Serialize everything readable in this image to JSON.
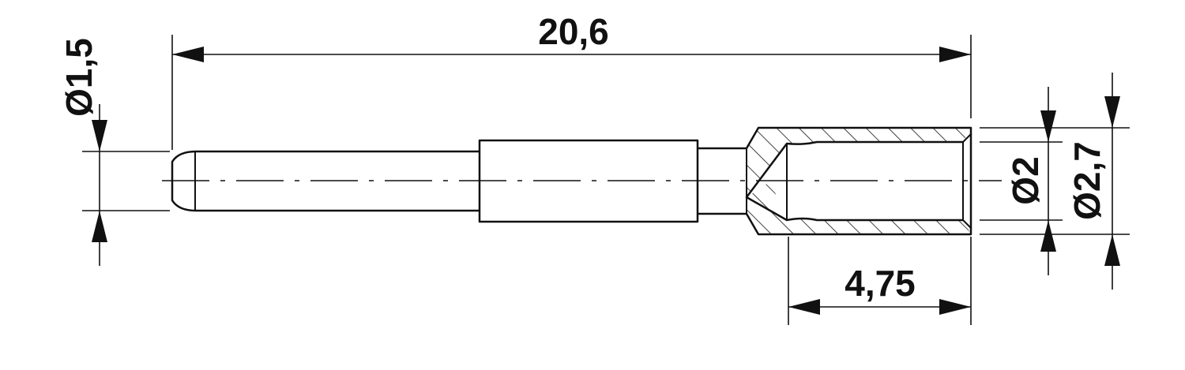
{
  "colors": {
    "line": "#111111",
    "background": "#ffffff"
  },
  "dimensions": {
    "overall_length": "20,6",
    "sleeve_length": "4,75",
    "pin_diameter": "Ø1,5",
    "bore_diameter": "Ø2",
    "outer_diameter": "Ø2,7"
  }
}
